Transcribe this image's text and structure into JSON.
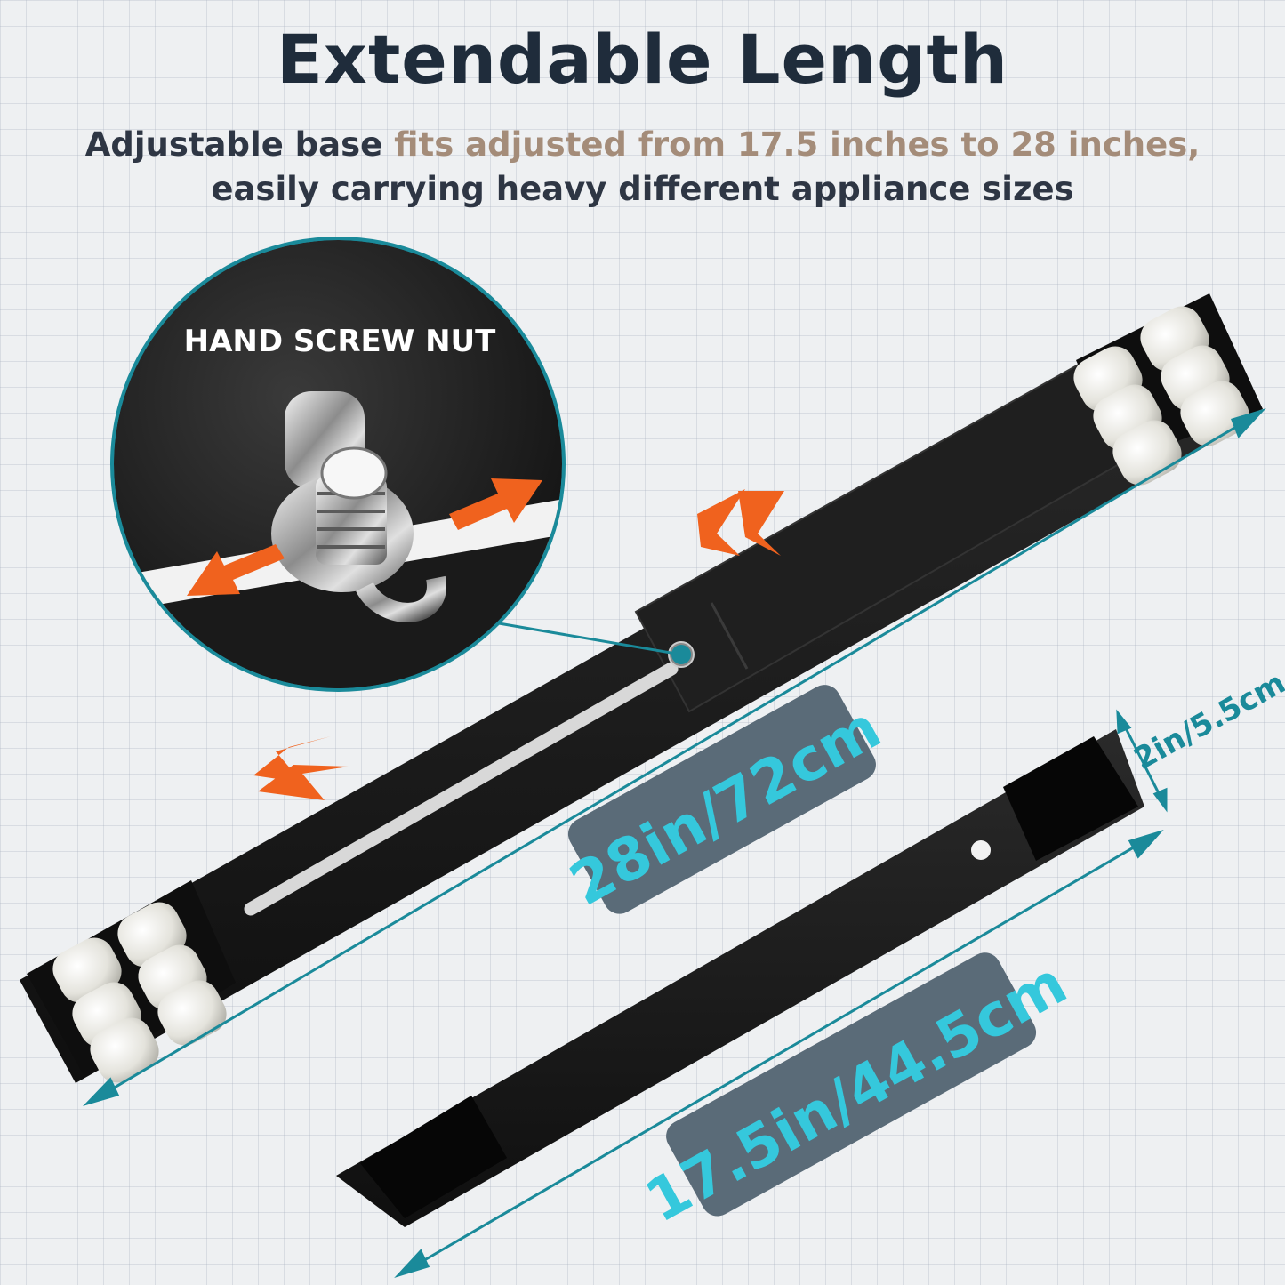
{
  "header": {
    "title": "Extendable Length",
    "subtitle_part1": "Adjustable base ",
    "subtitle_highlight": "fits adjusted from 17.5 inches to 28 inches,",
    "subtitle_part2": " easily carrying heavy different appliance sizes"
  },
  "callout": {
    "label": "HAND SCREW NUT"
  },
  "dimensions": {
    "extended_length": "28in/72cm",
    "retracted_length": "17.5in/44.5cm",
    "width": "2in/5.5cm"
  },
  "colors": {
    "accent_teal": "#1a8a9a",
    "arrow_orange": "#f0621e",
    "bar_black": "#161616",
    "label_bg": "#5a6b78",
    "label_text": "#35c8dc"
  }
}
